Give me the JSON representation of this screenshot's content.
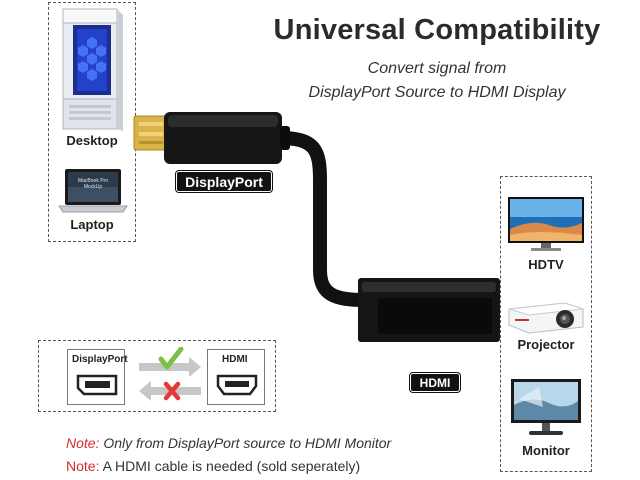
{
  "title": "Universal Compatibility",
  "subtitle": {
    "line1": "Convert signal from",
    "line2": "DisplayPort Source to HDMI Display"
  },
  "sources": {
    "desktop_label": "Desktop",
    "laptop_label": "Laptop",
    "laptop_screen_text": "MacBook Pro\nMockUp"
  },
  "connectors": {
    "displayport_tag": "DisplayPort",
    "hdmi_tag": "HDMI"
  },
  "displays": {
    "hdtv_label": "HDTV",
    "projector_label": "Projector",
    "monitor_label": "Monitor"
  },
  "compatibility": {
    "left_port": "DisplayPort",
    "right_port": "HDMI"
  },
  "notes": [
    {
      "key": "Note:",
      "text": " Only from DisplayPort source to HDMI Monitor"
    },
    {
      "key": "Note:",
      "text": " A HDMI cable is needed (sold seperately)"
    }
  ],
  "colors": {
    "note_key": "#d32f2f",
    "check": "#7cc242",
    "cross": "#e53935"
  }
}
